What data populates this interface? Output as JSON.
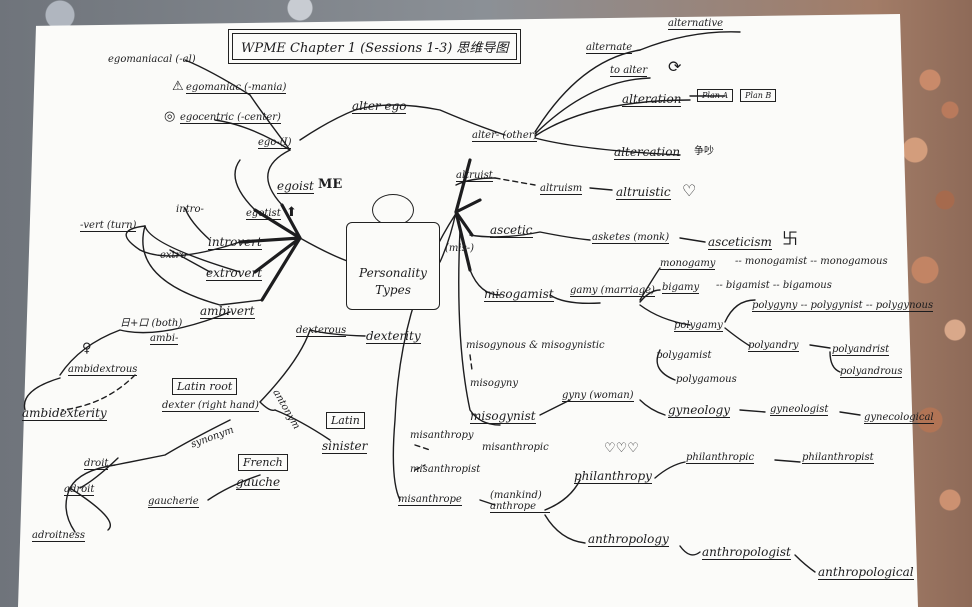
{
  "title": "WPME Chapter 1 (Sessions 1-3) 思维导图",
  "center": {
    "label": "Personality Types"
  },
  "ego_branch": {
    "ego": "ego-(I)",
    "egomaniacal": "egomaniacal (-al)",
    "egomaniac": "egomaniac (-mania)",
    "egocentric": "egocentric (-center)",
    "egoist": "egoist",
    "me": "ME",
    "egotist": "egotist"
  },
  "vert_branch": {
    "vert": "-vert (turn)",
    "intro": "intro-",
    "introvert": "introvert",
    "extro": "extro-",
    "extrovert": "extrovert",
    "ambivert": "ambivert",
    "ambi": "ambi-",
    "ambi_note": "日+口 (both)",
    "ambidextrous": "ambidextrous",
    "ambidexterity": "ambidexterity"
  },
  "dexter_branch": {
    "dexterous": "dexterous",
    "dexterity": "dexterity",
    "latin_root": "Latin root",
    "dexter": "dexter (right hand)",
    "antonym": "antonym",
    "synonym": "synonym",
    "latin": "Latin",
    "sinister": "sinister",
    "french": "French",
    "gauche": "gauche",
    "gaucherie": "gaucherie",
    "droit": "droit",
    "adroit": "adroit",
    "adroitness": "adroitness"
  },
  "alter_branch": {
    "alter_ego": "alter ego",
    "alter": "alter- (other)",
    "alternate": "alternate",
    "alternative": "alternative",
    "to_alter": "to alter",
    "alteration": "alteration",
    "altercation": "altercation",
    "altercation_note": "争吵",
    "plan_a": "Plan A",
    "plan_b": "Plan B"
  },
  "altruist_branch": {
    "altruist": "altruist",
    "altruism": "altruism",
    "altruistic": "altruistic"
  },
  "ascetic_branch": {
    "ascetic": "ascetic",
    "asketes": "asketes (monk)",
    "asceticism": "asceticism"
  },
  "misogamist_branch": {
    "misogamist": "misogamist",
    "gamy": "gamy (marriage)",
    "monogamy": "monogamy",
    "monogamist": "-- monogamist -- monogamous",
    "bigamy": "bigamy",
    "bigamist": "-- bigamist -- bigamous",
    "polygamy": "polygamy",
    "polygyny": "polygyny -- polygynist -- polygynous",
    "polygamist": "polygamist",
    "polygamous": "polygamous",
    "polyandry": "polyandry",
    "polyandrist": "polyandrist",
    "polyandrous": "polyandrous"
  },
  "misogynist_branch": {
    "misogynous": "misogynous & misogynistic",
    "misogyny": "misogyny",
    "misogynist": "misogynist",
    "gyny": "gyny (woman)",
    "gyneology": "gyneology",
    "gyneologist": "gyneologist",
    "gynecological": "gynecological"
  },
  "misanthrope_branch": {
    "misanthropy": "misanthropy",
    "misanthropic": "misanthropic",
    "misanthropist": "misanthropist",
    "misanthrope": "misanthrope",
    "anthrope": "(mankind) anthrope",
    "philanthropy": "philanthropy",
    "philanthropic": "philanthropic",
    "philanthropist": "philanthropist",
    "anthropology": "anthropology",
    "anthropologist": "anthropologist",
    "anthropological": "anthropological"
  },
  "center_link": "(mis-)"
}
